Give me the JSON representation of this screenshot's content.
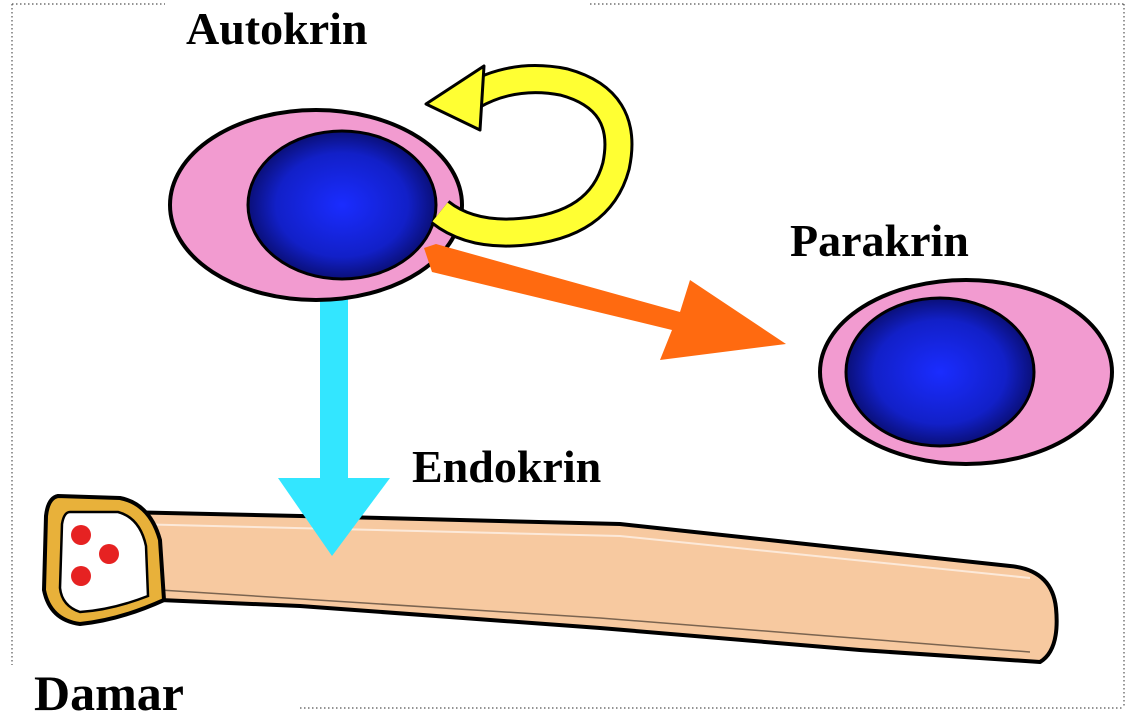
{
  "labels": {
    "autokrin": "Autokrin",
    "parakrin": "Parakrin",
    "endokrin": "Endokrin",
    "damar": "Damar"
  },
  "colors": {
    "cytoplasm": "#f29bd0",
    "nucleus_center": "#1a2cff",
    "nucleus_edge": "#0a0f78",
    "autocrine_arrow": "#ffff33",
    "paracrine_arrow": "#ff6a10",
    "endocrine_arrow": "#33e6ff",
    "vessel_wall": "#f7c9a0",
    "vessel_rim": "#e8b13a",
    "blood_cell": "#e62222"
  },
  "icons": {
    "source_cell": "cell-icon",
    "target_cell": "cell-icon",
    "blood_vessel": "blood-vessel-icon"
  }
}
